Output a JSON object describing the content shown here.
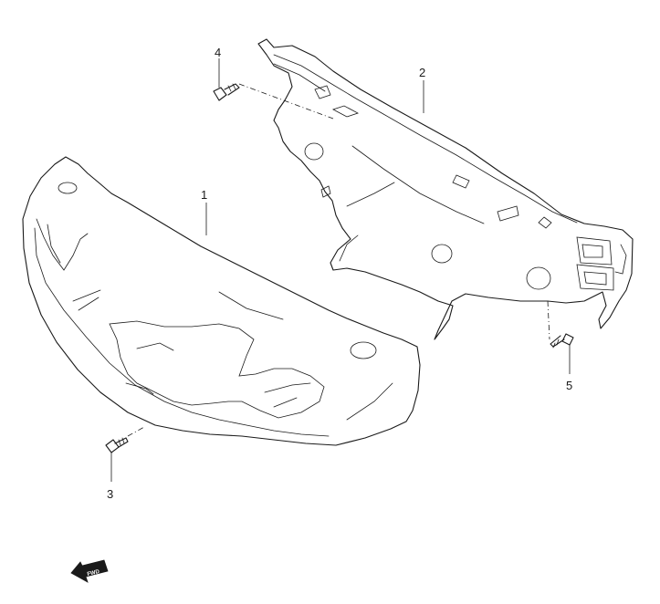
{
  "callouts": {
    "part_1": "1",
    "part_2": "2",
    "part_3": "3",
    "part_4": "4",
    "part_5": "5"
  },
  "fwd_label": "FWD",
  "colors": {
    "line": "#1a1a1a",
    "background": "#ffffff"
  }
}
